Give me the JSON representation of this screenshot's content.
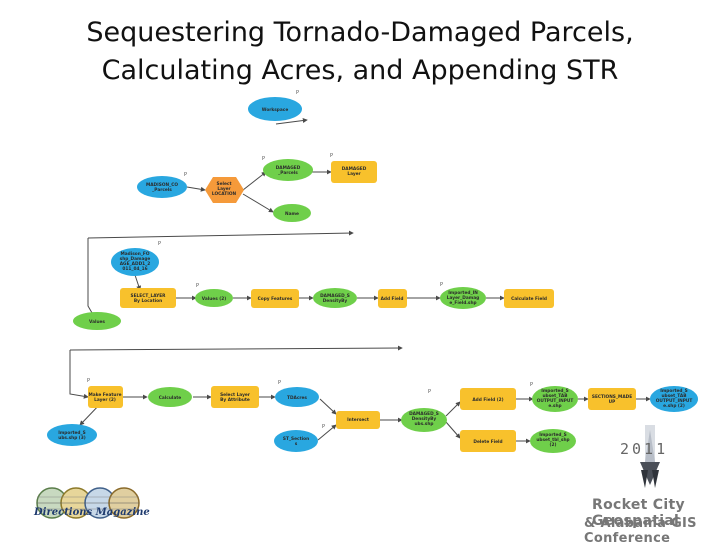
{
  "title_line1": "Sequestering Tornado-Damaged Parcels,",
  "title_line2": "Calculating Acres, and Appending STR",
  "nodes": {
    "workspace": "Workspace",
    "parcels_in": [
      "MADISON_CO",
      "_Parcels"
    ],
    "select_layer": [
      "Select",
      "Layer",
      "LOCATION"
    ],
    "damage_parcels": [
      "DAMAGED",
      "_Parcels"
    ],
    "damage_layer": [
      "DAMAGED",
      "Layer"
    ],
    "name": "Name",
    "madison_out": [
      "Madison_FO",
      "shp_Damage",
      "AGE_ADD1_2",
      "011_04_16"
    ],
    "select_by_location": [
      "SELECT_LAYER",
      "By Location"
    ],
    "values": "Values (2)",
    "copy_features": "Copy Features",
    "damage_sdeclip": [
      "DAMAGED_S",
      "DensityBy"
    ],
    "add_field": "Add Field",
    "imported_count": [
      "Imported_IN",
      "Layer_Damag",
      "e_Field.shp"
    ],
    "calculate_field": "Calculate Field",
    "values_left": "Values",
    "make_feature_layer": [
      "Make Feature",
      "Layer (2)"
    ],
    "calculate": "Calculate",
    "select_layer_attr": [
      "Select Layer",
      "By Attribute"
    ],
    "tdacres": "TDAcres",
    "add_field_2": "Add Field (2)",
    "imported_shp_1": [
      "Imported_S",
      "ubset_TAB",
      "OUTPUT_INPUT",
      "e.shp"
    ],
    "sections_out": [
      "SECTIONS_MADE",
      "UP"
    ],
    "imported_shp_2": [
      "Imported_S",
      "ubset_TAB",
      "OUTPUT_INPUT",
      "e.shp (2)"
    ],
    "imported_shp_left": [
      "Imported_S",
      "ubs.shp (3)"
    ],
    "intersect": "Intersect",
    "damage_shp": [
      "DAMAGED_S",
      "DensityBy",
      "ubs.shp"
    ],
    "st_section": [
      "ST_Section",
      "s"
    ],
    "delete_field": "Delete Field",
    "imported_shp_3": [
      "Imported_S",
      "ubset_tbl_shp",
      "(2)"
    ]
  },
  "p_mark": "P",
  "logo_left_text": "Directions Magazine",
  "conf_year": "2011",
  "conf_line1": "Rocket City Geospatial",
  "conf_line2": "& Alabama GIS Conference",
  "colors": {
    "data_blue": "#29a7e0",
    "data_green": "#6fcf4a",
    "tool_yellow": "#f8c12c",
    "tool_orange": "#f59a3a",
    "connector": "#4a4a4a"
  }
}
